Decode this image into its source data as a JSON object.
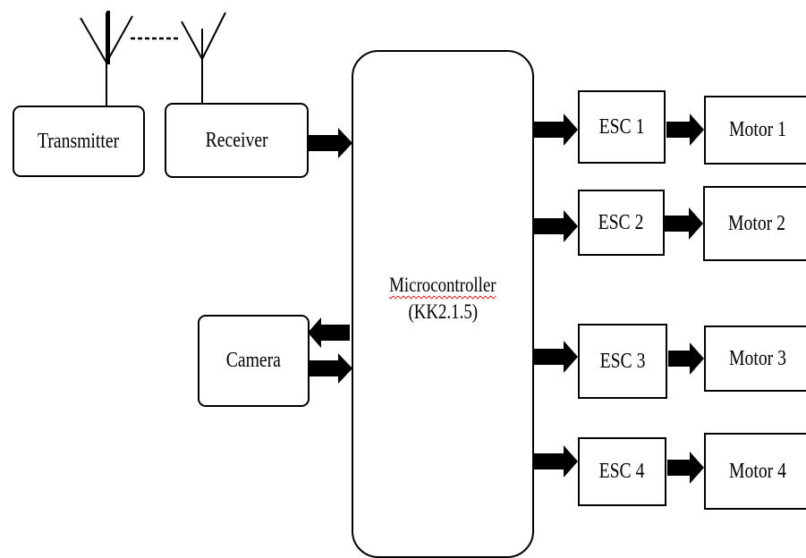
{
  "diagram": {
    "transmitter": {
      "label": "Transmitter"
    },
    "receiver": {
      "label": "Receiver"
    },
    "camera": {
      "label": "Camera"
    },
    "microcontroller": {
      "name": "Microcontroller",
      "model": "(KK2.1.5)"
    },
    "escs": [
      {
        "label": "ESC 1"
      },
      {
        "label": "ESC 2"
      },
      {
        "label": "ESC 3"
      },
      {
        "label": "ESC 4"
      }
    ],
    "motors": [
      {
        "label": "Motor 1"
      },
      {
        "label": "Motor 2"
      },
      {
        "label": "Motor 3"
      },
      {
        "label": "Motor 4"
      }
    ]
  }
}
